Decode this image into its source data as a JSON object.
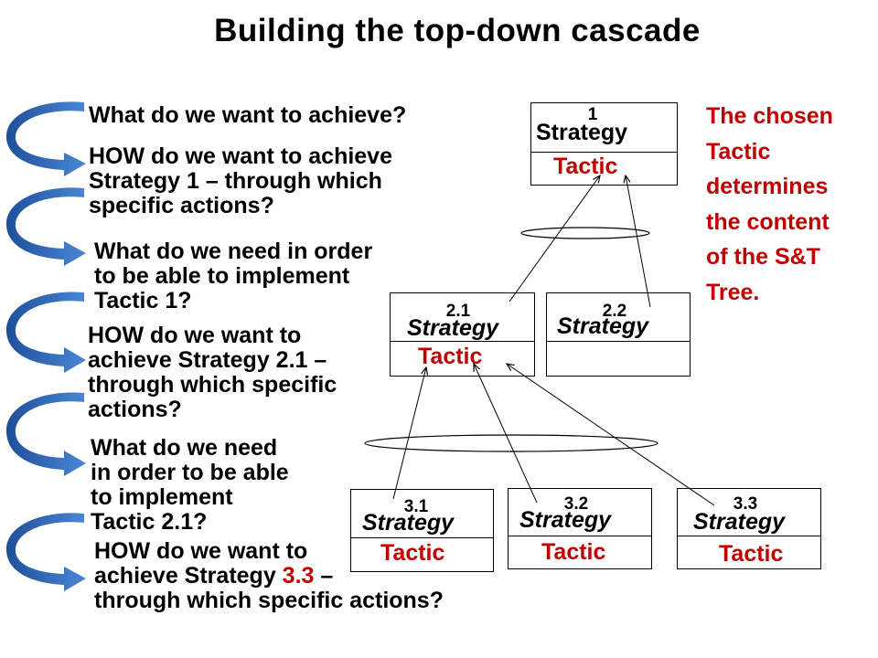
{
  "title": "Building the top-down cascade",
  "questions": [
    "What do we want to achieve?",
    "HOW  do we want to achieve\nStrategy 1 – through which\nspecific actions?",
    "What do we need in order\nto be able to implement\nTactic 1?",
    "HOW  do we want to\nachieve Strategy  2.1 –\nthrough which specific\nactions?",
    "What do we need\nin order to be able\nto implement\nTactic 2.1?"
  ],
  "last_question": {
    "part1": "HOW  do we want to\nachieve Strategy  ",
    "highlight": "3.3",
    "part2": " –\nthrough which specific actions?"
  },
  "boxes": {
    "b1": {
      "number": "1",
      "strategy": "Strategy",
      "tactic": "Tactic"
    },
    "b21": {
      "number": "2.1",
      "strategy": "Strategy",
      "tactic": "Tactic"
    },
    "b22": {
      "number": "2.2",
      "strategy": "Strategy",
      "tactic": ""
    },
    "b31": {
      "number": "3.1",
      "strategy": "Strategy",
      "tactic": "Tactic"
    },
    "b32": {
      "number": "3.2",
      "strategy": "Strategy",
      "tactic": "Tactic"
    },
    "b33": {
      "number": "3.3",
      "strategy": "Strategy",
      "tactic": "Tactic"
    }
  },
  "note": "The chosen\nTactic\ndetermines\nthe content\nof the S&T\nTree.",
  "colors": {
    "accent_red": "#c00000",
    "arrow_blue": "#2e66b8"
  }
}
